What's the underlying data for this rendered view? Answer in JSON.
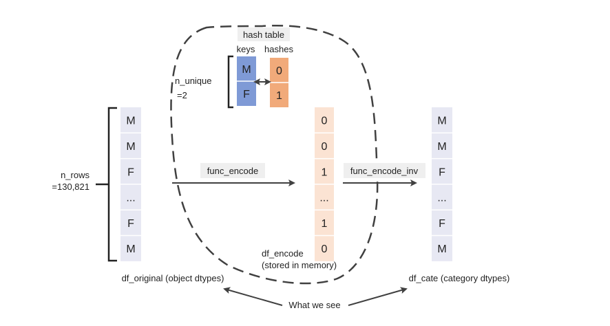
{
  "hash_table": {
    "title": "hash table",
    "keys_header": "keys",
    "hashes_header": "hashes",
    "keys": [
      "M",
      "F"
    ],
    "hashes": [
      "0",
      "1"
    ]
  },
  "n_unique": {
    "line1": "n_unique",
    "line2": "=2"
  },
  "n_rows": {
    "line1": "n_rows",
    "line2": "=130,821"
  },
  "df_original": {
    "label": "df_original (object dtypes)",
    "values": [
      "M",
      "M",
      "F",
      "...",
      "F",
      "M"
    ]
  },
  "df_encode": {
    "label_line1": "df_encode",
    "label_line2": "(stored in memory)",
    "values": [
      "0",
      "0",
      "1",
      "...",
      "1",
      "0"
    ]
  },
  "df_cate": {
    "label": "df_cate (category dtypes)",
    "values": [
      "M",
      "M",
      "F",
      "...",
      "F",
      "M"
    ]
  },
  "func_encode_label": "func_encode",
  "func_encode_inv_label": "func_encode_inv",
  "what_we_see_label": "What we see",
  "colors": {
    "column_bg": "#e7e8f3",
    "encode_bg": "#fbe3d3",
    "key_bg": "#7f9ad6",
    "hash_bg": "#f1aa7a",
    "line": "#404040",
    "label_bg": "#efefef"
  }
}
